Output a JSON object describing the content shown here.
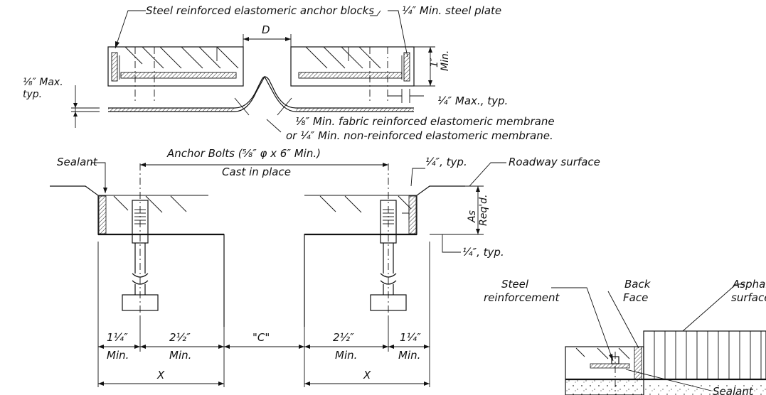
{
  "labels": {
    "anchor_blocks": "Steel reinforced elastomeric anchor blocks",
    "steel_plate": "¼″ Min. steel plate",
    "dim_d": "D",
    "max_typ_1": "⅛″ Max.",
    "max_typ_2": "typ.",
    "one_inch": "1″",
    "min_vertical": "Min.",
    "quarter_max_typ": "¼″ Max., typ.",
    "membrane_1": "⅛″ Min. fabric reinforced elastomeric membrane",
    "membrane_2": "or ¼″ Min. non-reinforced elastomeric membrane.",
    "anchor_bolts": "Anchor Bolts (⅝″ φ x 6″ Min.)",
    "cast_in_place": "Cast in place",
    "sealant": "Sealant",
    "quarter_typ_top": "¼″, typ.",
    "roadway_surface": "Roadway surface",
    "as_reqd_1": "As",
    "as_reqd_2": "Req'd.",
    "quarter_typ_bottom": "¼″, typ.",
    "steel_reinforcement_1": "Steel",
    "steel_reinforcement_2": "reinforcement",
    "back_face_1": "Back",
    "back_face_2": "Face",
    "asphalt_1": "Asphalt",
    "asphalt_2": "surface",
    "sealant_detail": "Sealant",
    "dim_left_1": "1¼″",
    "dim_left_2": "2½″",
    "dim_c": "\"C\"",
    "dim_right_1": "2½″",
    "dim_right_2": "1¼″",
    "min": "Min.",
    "dim_x": "X"
  }
}
